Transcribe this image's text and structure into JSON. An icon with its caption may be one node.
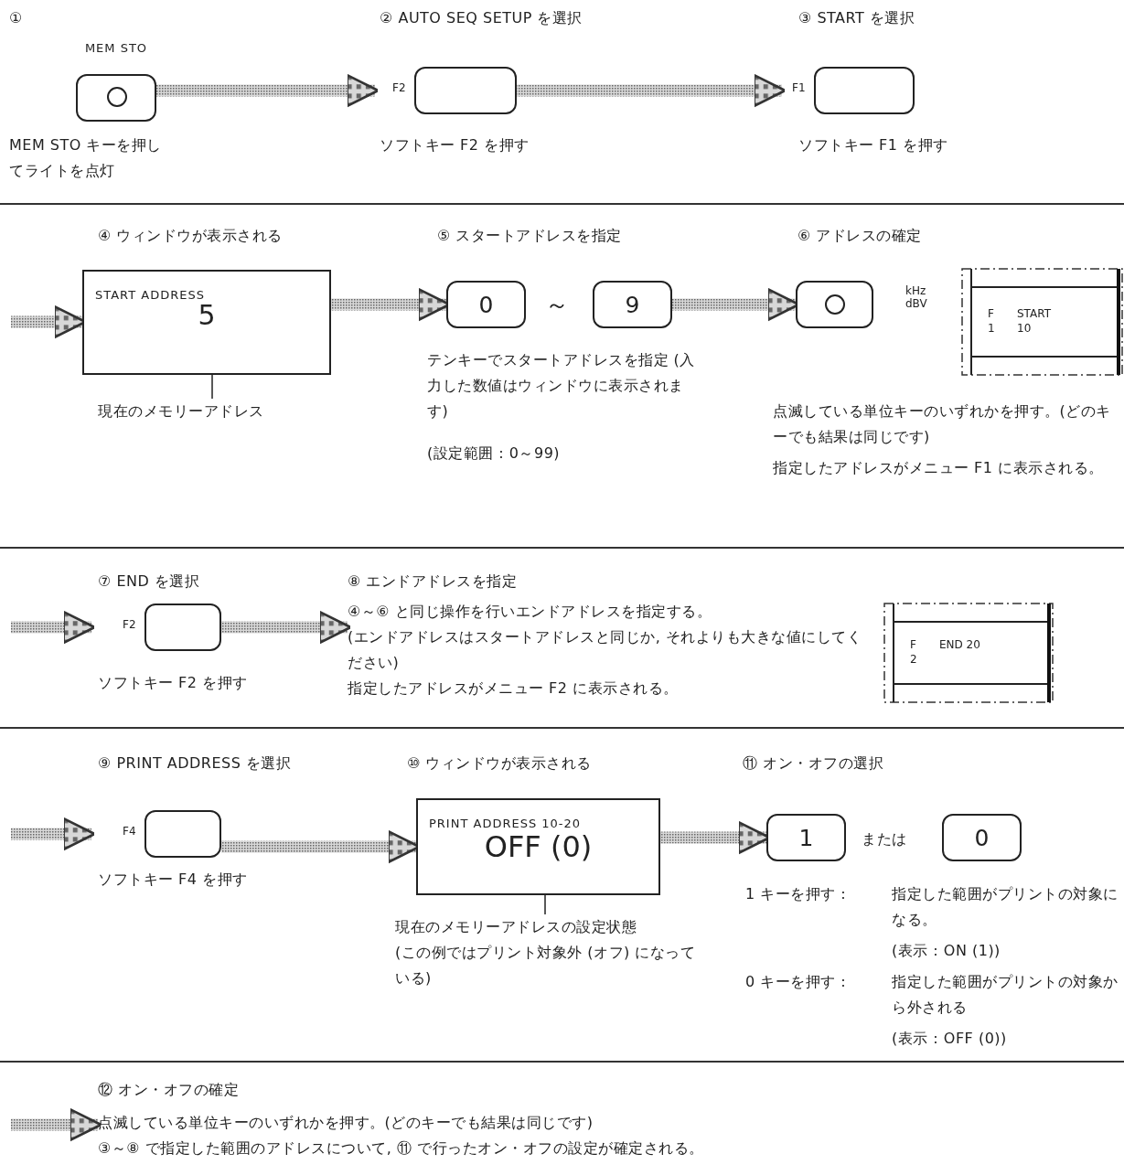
{
  "diagram": {
    "nodes": [
      {
        "text": [
          "MEM STO"
        ]
      },
      {
        "text": [],
        "shape": "box",
        "beside": [
          "F2"
        ]
      },
      {
        "text": [],
        "shape": "box",
        "beside": [
          "F1"
        ]
      },
      {
        "text": [
          "START ADDRESS",
          "5"
        ]
      },
      {
        "text": [
          "0"
        ]
      },
      {
        "text": [
          "9"
        ]
      },
      {
        "text": [],
        "shape": "box",
        "beside": [
          "kHz dBV"
        ]
      },
      {
        "text": [
          "F 1",
          "START 10"
        ]
      },
      {
        "text": [],
        "shape": "box",
        "beside": [
          "F2"
        ]
      },
      {
        "text": [
          "④～⑥ と同じ操作を行いエンドアドレスを指定する。",
          "(エンドアドレスはスタートアドレスと同じか, それよりも大きな値にしてください)",
          "指定したアドレスがメニュー F2 に表示される。"
        ]
      },
      {
        "text": [
          "F 2",
          "END 20"
        ]
      },
      {
        "text": [],
        "shape": "box",
        "beside": [
          "F4"
        ]
      },
      {
        "text": [
          "PRINT ADDRESS 10-20",
          "OFF (0)"
        ]
      },
      {
        "text": [
          "1"
        ]
      },
      {
        "text": [
          "0"
        ]
      },
      {
        "text": [
          "点滅している単位キーのいずれかを押す。(どのキーでも結果は同じです)",
          "③～⑧ で指定した範囲のアドレスについて, ⑪ で行ったオン・オフの設定が確定される。"
        ]
      },
      {
        "text": [
          "現在のメモリーアドレス"
        ]
      },
      {
        "text": [
          "現在のメモリーアドレスの設定状態",
          "(この例ではプリント対象外 (オフ) になっている)"
        ]
      }
    ],
    "edges": [
      {
        "from": 0,
        "to": 1,
        "arrow": "to"
      },
      {
        "from": 1,
        "to": 2,
        "arrow": "to"
      },
      {
        "from": null,
        "to": 3,
        "arrow": "to"
      },
      {
        "from": 3,
        "to": 4,
        "arrow": "to"
      },
      {
        "from": 5,
        "to": 6,
        "arrow": "to"
      },
      {
        "from": null,
        "to": 8,
        "arrow": "to"
      },
      {
        "from": 8,
        "to": 9,
        "arrow": "to"
      },
      {
        "from": null,
        "to": 11,
        "arrow": "to"
      },
      {
        "from": 11,
        "to": 12,
        "arrow": "to"
      },
      {
        "from": 12,
        "to": 13,
        "arrow": "to"
      },
      {
        "from": null,
        "to": 15,
        "arrow": "to"
      },
      {
        "from": 16,
        "to": 3,
        "arrow": "none"
      },
      {
        "from": 17,
        "to": 12,
        "arrow": "none"
      }
    ],
    "labels": [
      "①",
      "② AUTO SEQ SETUP を選択",
      "③ START を選択",
      "MEM STO キーを押してライトを点灯",
      "ソフトキー F2 を押す",
      "ソフトキー F1 を押す",
      "④ ウィンドウが表示される",
      "⑤ スタートアドレスを指定",
      "⑥ アドレスの確定",
      "～",
      "テンキーでスタートアドレスを指定 (入力した数値はウィンドウに表示されます)",
      "(設定範囲 : 0～99)",
      "点滅している単位キーのいずれかを押す。(どのキーでも結果は同じです)",
      "指定したアドレスがメニュー F1 に表示される。",
      "⑦ END を選択",
      "⑧ エンドアドレスを指定",
      "ソフトキー F2 を押す",
      "⑨ PRINT ADDRESS を選択",
      "⑩ ウィンドウが表示される",
      "⑪ オン・オフの選択",
      "または",
      "ソフトキー F4 を押す",
      "1 キーを押す :",
      "指定した範囲がプリントの対象になる。",
      "(表示 : ON (1))",
      "0 キーを押す :",
      "指定した範囲がプリントの対象から外される",
      "(表示 : OFF (0))",
      "⑫ オン・オフの確定"
    ]
  }
}
